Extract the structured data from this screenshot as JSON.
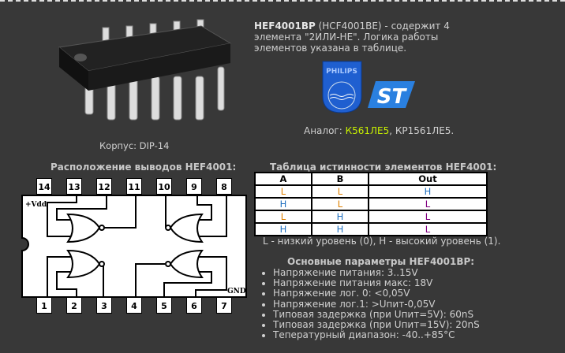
{
  "intro": {
    "model": "HEF4001BP",
    "text": " (HCF4001BE) - содержит 4 элемента \"2ИЛИ-НЕ\". Логика работы элементов указана в таблице."
  },
  "package": "Корпус: DIP-14",
  "logos": {
    "philips": "PHILIPS",
    "st": "ST"
  },
  "analog": {
    "label": "Аналог: ",
    "primary": "К561ЛЕ5",
    "rest": ", КР1561ЛЕ5."
  },
  "pinout": {
    "title": "Расположение выводов HEF4001:",
    "vdd": "+Vdd",
    "gnd": "GND",
    "top_pins": [
      "14",
      "13",
      "12",
      "11",
      "10",
      "9",
      "8"
    ],
    "bottom_pins": [
      "1",
      "2",
      "3",
      "4",
      "5",
      "6",
      "7"
    ]
  },
  "truth": {
    "title": "Таблица истинности элементов HEF4001:",
    "headers": [
      "A",
      "B",
      "Out"
    ],
    "rows": [
      [
        "L",
        "L",
        "H"
      ],
      [
        "H",
        "L",
        "L"
      ],
      [
        "L",
        "H",
        "L"
      ],
      [
        "H",
        "H",
        "L"
      ]
    ],
    "note": "L - низкий уровень (0), H - высокий уровень (1)."
  },
  "params": {
    "title": "Основные параметры HEF4001BP:",
    "items": [
      "Напряжение питания: 3..15V",
      "Напряжение питания макс: 18V",
      "Напряжение лог. 0: <0,05V",
      "Напряжение лог.1: >Uпит-0,05V",
      "Типовая задержка (при Uпит=5V): 60nS",
      "Типовая задержка (при Uпит=15V): 20nS",
      "Тепературный диапазон: -40..+85°C"
    ]
  },
  "colors": {
    "bg": "#383838",
    "analog_highlight": "#c8f000",
    "low": "#e08000",
    "high": "#2070c0",
    "out": "#800080"
  }
}
